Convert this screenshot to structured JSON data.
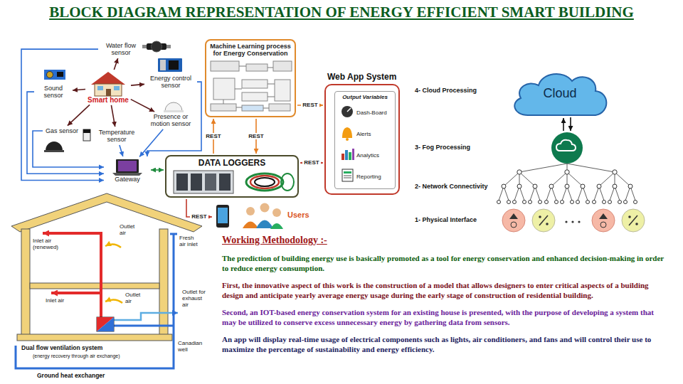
{
  "diagram": {
    "title": "BLOCK DIAGRAM REPRESENTATION OF ENERGY EFFICIENT SMART BUILDING",
    "nodes": [
      {
        "text": [
          "Water flow sensor"
        ]
      },
      {
        "text": [
          "Sound sensor"
        ]
      },
      {
        "text": [
          "Smart home"
        ]
      },
      {
        "text": [
          "Energy control sensor"
        ]
      },
      {
        "text": [
          "Presence or motion sensor"
        ]
      },
      {
        "text": [
          "Gas sensor"
        ]
      },
      {
        "text": [
          "Temperature sensor"
        ]
      },
      {
        "text": [
          "Gateway"
        ]
      },
      {
        "text": [
          "Machine Learning process for Energy Conservation"
        ]
      },
      {
        "text": [
          "Web App System"
        ]
      },
      {
        "text": [
          "Output Variables"
        ],
        "in": 9
      },
      {
        "text": [
          "Dash-Board"
        ],
        "in": 10
      },
      {
        "text": [
          "Alerts"
        ],
        "in": 10
      },
      {
        "text": [
          "Analytics"
        ],
        "in": 10
      },
      {
        "text": [
          "Reporting"
        ],
        "in": 10
      },
      {
        "text": [
          "DATA LOGGERS"
        ]
      },
      {
        "text": [
          "Users"
        ]
      },
      {
        "text": [
          "Cloud"
        ]
      }
    ],
    "edges": [
      {
        "from": 2,
        "to": 0,
        "arrow": "to"
      },
      {
        "from": 2,
        "to": 1,
        "arrow": "to"
      },
      {
        "from": 2,
        "to": 3,
        "arrow": "to"
      },
      {
        "from": 2,
        "to": 4,
        "arrow": "to"
      },
      {
        "from": 2,
        "to": 5,
        "arrow": "to"
      },
      {
        "from": 2,
        "to": 6,
        "arrow": "to"
      },
      {
        "from": 0,
        "to": 7,
        "arrow": "to"
      },
      {
        "from": 1,
        "to": 7,
        "arrow": "to"
      },
      {
        "from": 5,
        "to": 7,
        "arrow": "to"
      },
      {
        "from": 6,
        "to": 7,
        "arrow": "to"
      },
      {
        "from": 4,
        "to": 7,
        "arrow": "to"
      },
      {
        "from": 3,
        "to": 7,
        "arrow": "to"
      },
      {
        "from": 7,
        "to": 15,
        "arrow": "both"
      },
      {
        "from": 15,
        "to": 8,
        "label": "REST",
        "arrow": "to"
      },
      {
        "from": 8,
        "to": 15,
        "label": "REST",
        "arrow": "to"
      },
      {
        "from": 8,
        "to": 9,
        "label": "REST",
        "arrow": "to"
      },
      {
        "from": 9,
        "to": 15,
        "label": "REST",
        "arrow": "both"
      },
      {
        "from": 15,
        "to": 16,
        "label": "REST",
        "arrow": "to"
      }
    ],
    "labels": [
      "4- Cloud Processing",
      "3- Fog Processing",
      "2- Network Connectivity",
      "1- Physical Interface",
      "Inlet air (renewed)",
      "Outlet air",
      "Fresh air inlet",
      "Inlet air",
      "Outlet air",
      "Outlet for exhaust air",
      "Canadian well",
      "Dual flow ventilation system",
      "(energy recovery through air exchange)",
      "Ground heat exchanger",
      "Working Methodology :-",
      "The prediction of building energy use is basically promoted as a tool for energy conservation and enhanced decision-making in order to reduce energy consumption.",
      "First, the innovative aspect of this work is the construction of a model that allows designers to enter critical aspects of a building design and anticipate yearly average energy usage during the early stage of construction of residential building.",
      "Second, an IOT-based energy conservation system for an existing house is presented, with the purpose of developing a system that may be utilized to conserve excess unnecessary energy by gathering data from sensors.",
      "An app will display real-time usage of electrical components such as lights, air conditioners, and fans and will control their use to maximize the percentage of sustainability and energy efficiency."
    ]
  }
}
